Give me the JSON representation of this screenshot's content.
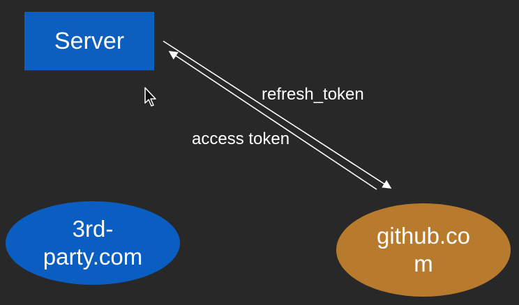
{
  "diagram": {
    "nodes": {
      "server": "Server",
      "third_party": "3rd-\nparty.com",
      "github": "github.co\nm"
    },
    "edges": {
      "refresh_token": "refresh_token",
      "access_token": "access token"
    },
    "colors": {
      "background": "#282828",
      "server": "#0c5fbf",
      "third_party": "#0b5ec1",
      "github": "#b87a2c",
      "arrow": "#ffffff"
    }
  }
}
